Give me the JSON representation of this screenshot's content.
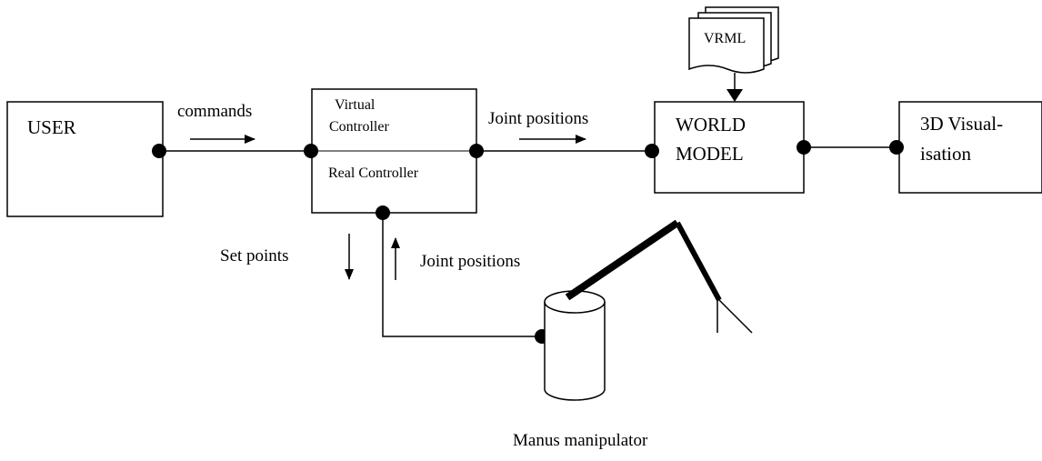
{
  "diagram": {
    "blocks": {
      "user": "USER",
      "virtual_controller": [
        "Virtual",
        "Controller"
      ],
      "real_controller": "Real Controller",
      "world_model": [
        "WORLD",
        "MODEL"
      ],
      "visualisation": [
        "3D Visual-",
        "isation"
      ],
      "vrml": "VRML"
    },
    "labels": {
      "commands": "commands",
      "joint_positions_top": "Joint positions",
      "set_points": "Set points",
      "joint_positions_bottom": "Joint positions",
      "manipulator": "Manus manipulator"
    },
    "colors": {
      "line": "#000000",
      "background": "#ffffff"
    }
  }
}
